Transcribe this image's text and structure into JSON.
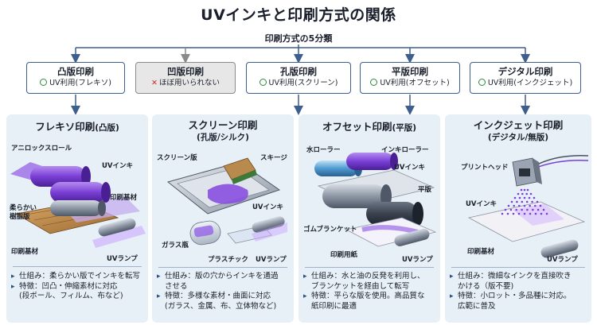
{
  "title": "UVインキと印刷方式の関係",
  "subtitle": "印刷方式の5分類",
  "categories": [
    {
      "name": "凸版印刷",
      "status": "UV利用(フレキソ)",
      "status_mark": "circle"
    },
    {
      "name": "凹版印刷",
      "status": "ほぼ用いられない",
      "status_mark": "cross"
    },
    {
      "name": "孔版印刷",
      "status": "UV利用(スクリーン)",
      "status_mark": "circle"
    },
    {
      "name": "平版印刷",
      "status": "UV利用(オフセット)",
      "status_mark": "circle"
    },
    {
      "name": "デジタル印刷",
      "status": "UV利用(インクジェット)",
      "status_mark": "circle"
    }
  ],
  "panels": {
    "flexo": {
      "title": "フレキソ印刷",
      "title_note": "(凸版)",
      "labels": {
        "anilox": "アニロックスロール",
        "uv_ink": "UVインキ",
        "substrate": "印刷基材",
        "plate_line1": "柔らかい",
        "plate_line2": "樹脂版",
        "base": "印刷基材",
        "lamp": "UVランプ"
      },
      "desc": [
        "仕組み：柔らかい版でインキを転写",
        "特徴：凹凸・伸縮素材に対応",
        "(段ボール、フィルム、布など)"
      ]
    },
    "screen": {
      "title": "スクリーン印刷",
      "title_note": "(孔版/シルク)",
      "labels": {
        "screen": "スクリーン版",
        "squeegee": "スキージ",
        "uv_ink": "UVインキ",
        "glass": "ガラス瓶",
        "plastic": "プラスチック",
        "lamp": "UVランプ"
      },
      "desc": [
        "仕組み：版の穴からインキを通過",
        "させる",
        "特徴：多様な素材・曲面に対応",
        "(ガラス、金属、布、立体物など)"
      ]
    },
    "offset": {
      "title": "オフセット印刷",
      "title_note": "(平版)",
      "labels": {
        "water": "水ローラー",
        "ink_roller": "インキローラー",
        "uv_ink": "UVインキ",
        "plate": "平版",
        "blanket": "ゴムブランケット",
        "paper": "印刷用紙",
        "lamp": "UVランプ"
      },
      "desc": [
        "仕組み：水と油の反発を利用し、",
        "ブランケットを経由して転写",
        "特徴：平らな版を使用。高品質な",
        "紙印刷に最適"
      ]
    },
    "inkjet": {
      "title": "インクジェット印刷",
      "title_note": "(デジタル/無版)",
      "labels": {
        "head": "プリントヘッド",
        "uv_ink": "UVインキ",
        "substrate": "印刷基材",
        "lamp": "UVランプ"
      },
      "desc": [
        "仕組み：微細なインクを直接吹き",
        "かける（版不要)",
        "特徴：小ロット・多品種に対応。",
        "広範に普及"
      ]
    }
  },
  "colors": {
    "ink": "#7a3fd6",
    "frame": "#3e5e8e",
    "panel": "#e8f0f7",
    "check": "#2d8a3a",
    "cross": "#d42a2a"
  }
}
